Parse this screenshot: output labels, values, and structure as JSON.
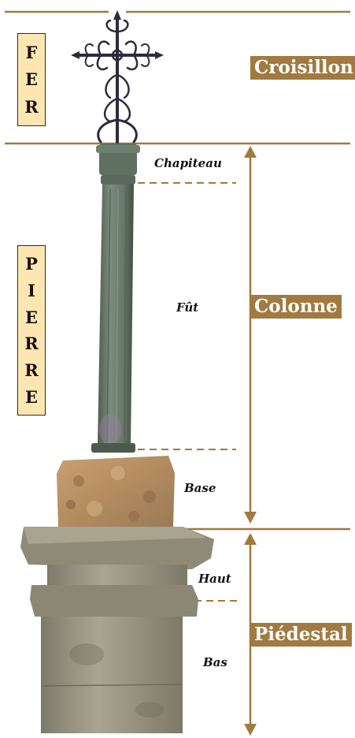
{
  "materials": {
    "fer": [
      "F",
      "E",
      "R"
    ],
    "pierre": [
      "P",
      "I",
      "E",
      "R",
      "R",
      "E"
    ]
  },
  "sections": {
    "croisillon": "Croisillon",
    "colonne": "Colonne",
    "piedestal": "Piédestal"
  },
  "parts": {
    "chapiteau": "Chapiteau",
    "fut": "Fût",
    "base": "Base",
    "haut": "Haut",
    "bas": "Bas"
  },
  "colors": {
    "divider": "#a07a40",
    "label_bg": "#a07a40",
    "material_bg": "#fde6b2",
    "iron": "#2f2b3a",
    "column_stone": "#6d7e6d",
    "base_stone": "#c09568",
    "pedestal_stone": "#9c9785"
  }
}
